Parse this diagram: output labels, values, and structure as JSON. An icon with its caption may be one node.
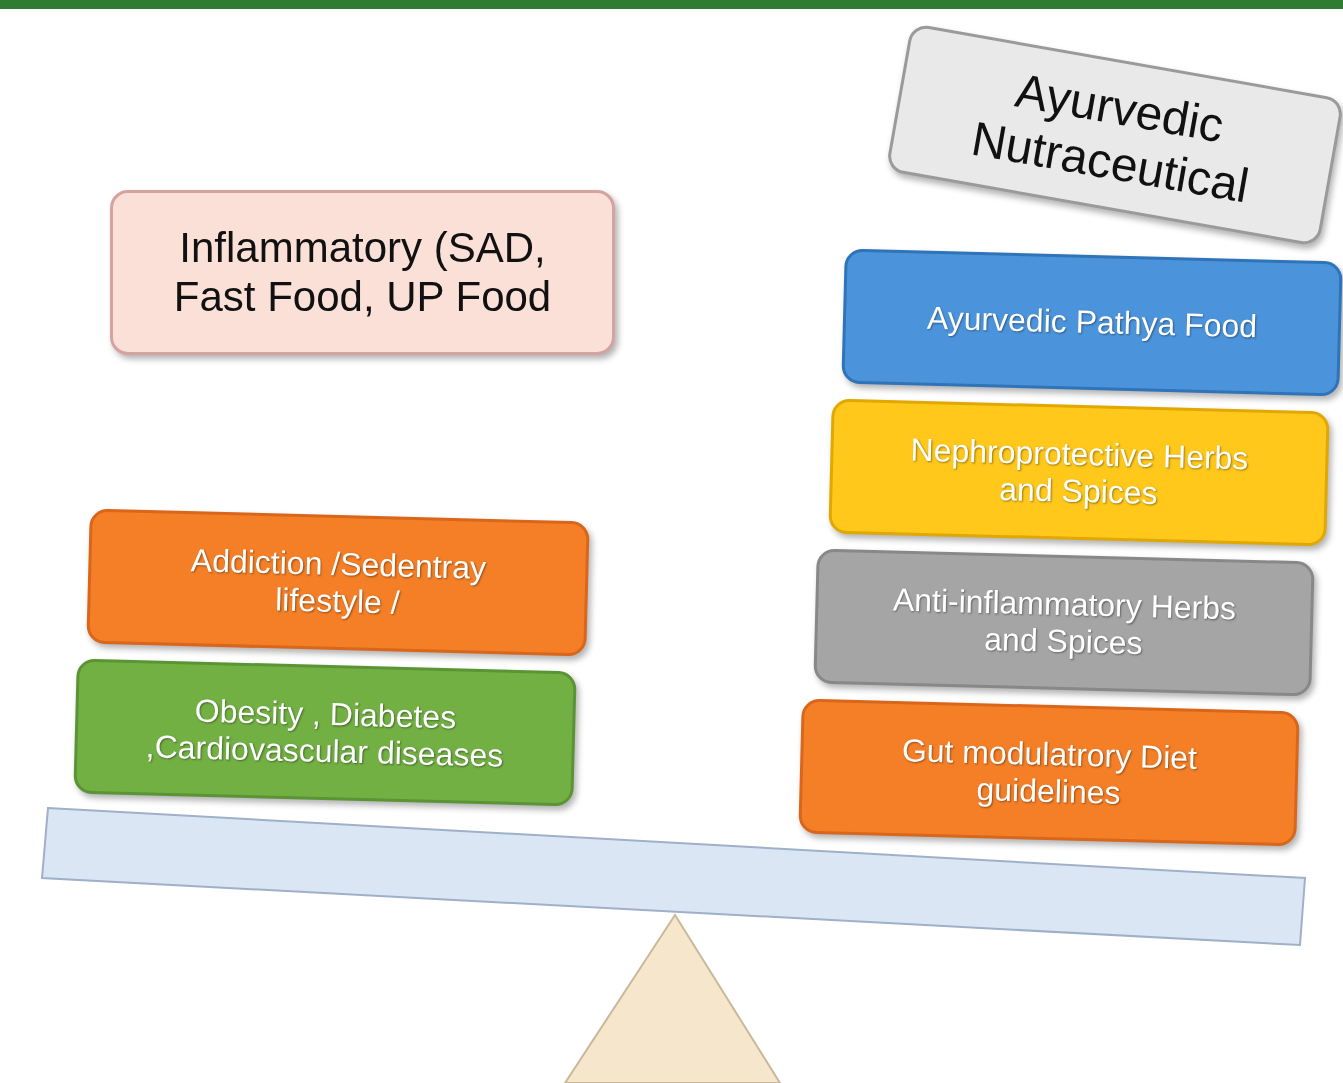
{
  "diagram": {
    "nodes": [
      {
        "text": [
          "Inflammatory (SAD, Fast Food, UP Food"
        ]
      },
      {
        "text": [
          "Ayurvedic Nutraceutical"
        ]
      },
      {
        "text": [
          "Addiction /Sedentray lifestyle /"
        ]
      },
      {
        "text": [
          "Obesity , Diabetes ,Cardiovascular diseases"
        ]
      },
      {
        "text": [
          "Ayurvedic Pathya Food"
        ]
      },
      {
        "text": [
          "Nephroprotective Herbs and Spices"
        ]
      },
      {
        "text": [
          "Anti-inflammatory Herbs and Spices"
        ]
      },
      {
        "text": [
          "Gut modulatrory Diet guidelines"
        ]
      }
    ],
    "edges": []
  }
}
